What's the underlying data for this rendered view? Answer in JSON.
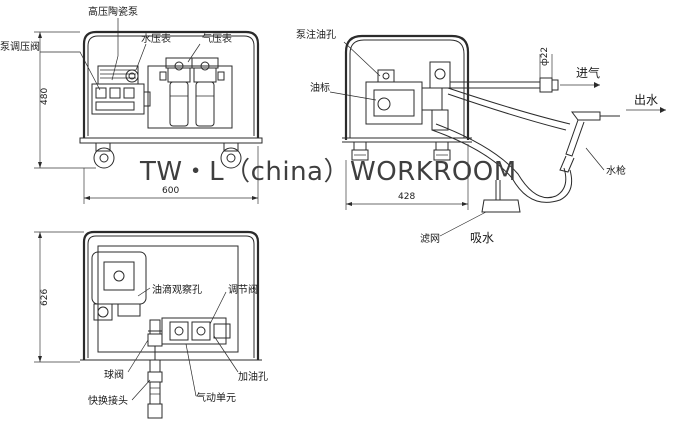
{
  "watermark": "TW・L（china）WORKROOM",
  "front_view": {
    "labels": {
      "high_pressure_pump": "高压陶瓷泵",
      "pump_pressure_valve": "泵调压阀",
      "water_gauge": "水压表",
      "air_gauge": "气压表"
    },
    "dimensions": {
      "height": "480",
      "width": "600"
    }
  },
  "side_view": {
    "labels": {
      "oil_fill_port": "泵注油孔",
      "oil_level": "油标",
      "air_in": "进气",
      "water_out": "出水",
      "water_gun": "水枪",
      "filter": "滤网",
      "water_suction": "吸水"
    },
    "dimensions": {
      "diameter": "ф22",
      "width": "428"
    }
  },
  "top_view": {
    "labels": {
      "oil_drip_window": "油滴观察孔",
      "regulating_valve": "调节阀",
      "ball_valve": "球阀",
      "oil_fill": "加油孔",
      "quick_coupler": "快换接头",
      "pneumatic_unit": "气动单元"
    },
    "dimensions": {
      "depth": "626"
    }
  }
}
